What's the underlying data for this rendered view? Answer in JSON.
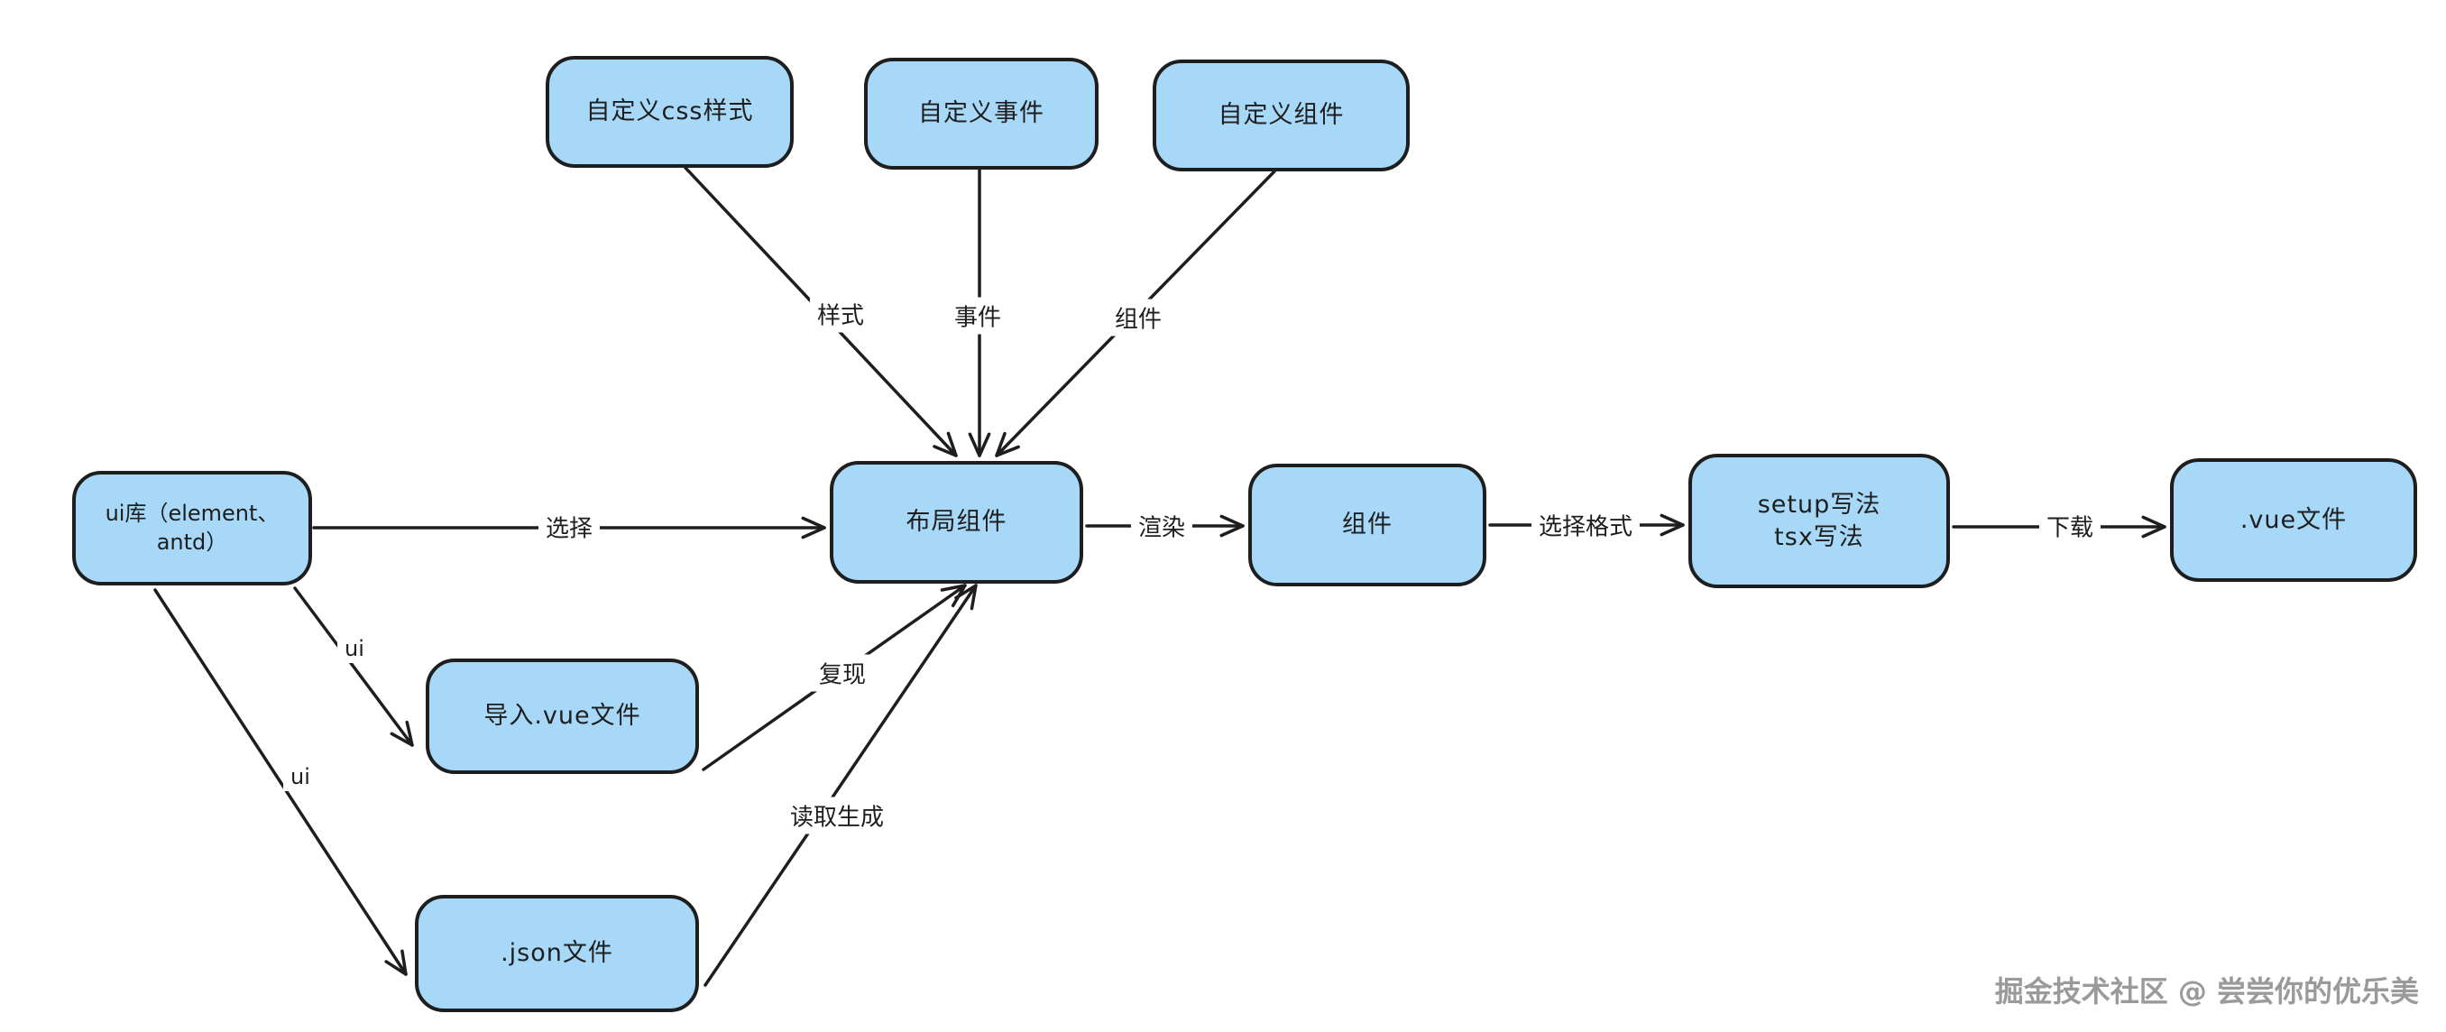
{
  "canvas": {
    "background": "#ffffff",
    "node_fill": "#a7d8f7",
    "node_stroke": "#1e1e1e",
    "text_color": "#1e1e1e"
  },
  "nodes": {
    "custom_css": {
      "label": "自定义css样式"
    },
    "custom_event": {
      "label": "自定义事件"
    },
    "custom_component": {
      "label": "自定义组件"
    },
    "ui_lib": {
      "label": "ui库（element、antd）"
    },
    "layout_component": {
      "label": "布局组件"
    },
    "component": {
      "label": "组件"
    },
    "setup_tsx": {
      "line1": "setup写法",
      "line2": "tsx写法"
    },
    "vue_file": {
      "label": ".vue文件"
    },
    "import_vue": {
      "label": "导入.vue文件"
    },
    "json_file": {
      "label": ".json文件"
    }
  },
  "edge_labels": {
    "style": "样式",
    "event": "事件",
    "component": "组件",
    "select": "选择",
    "render": "渲染",
    "select_format": "选择格式",
    "download": "下载",
    "ui_1": "ui",
    "ui_2": "ui",
    "reproduce": "复现",
    "read_generate": "读取生成"
  },
  "watermark": "掘金技术社区 @ 尝尝你的优乐美"
}
